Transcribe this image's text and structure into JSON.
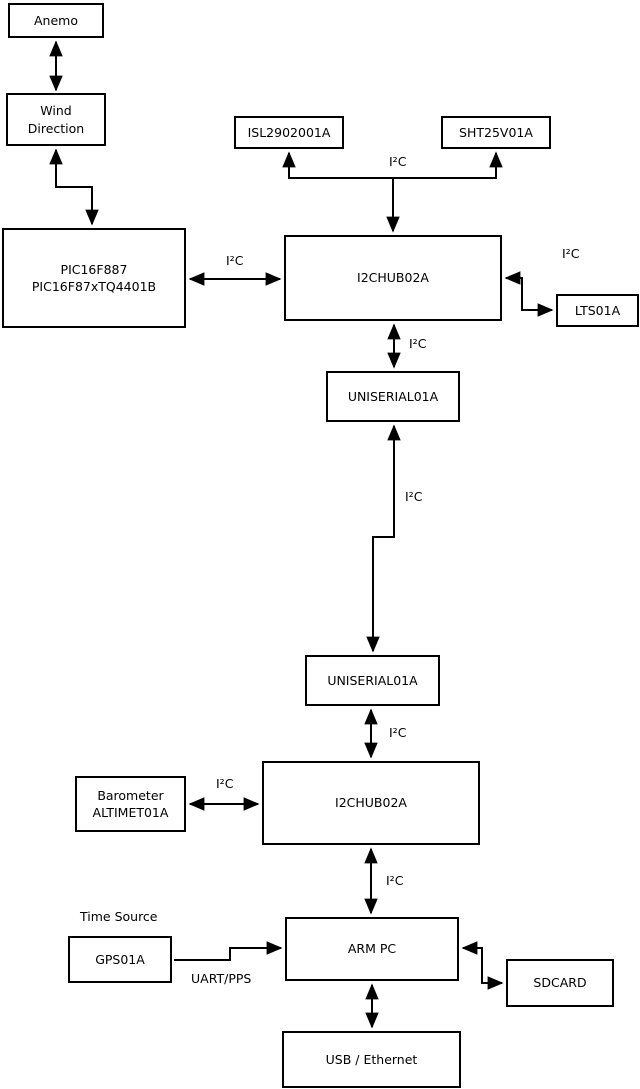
{
  "diagram": {
    "colors": {
      "background": "#ffffff",
      "line": "#000000",
      "text": "#000000"
    },
    "nodes": {
      "anemo": {
        "label": "Anemo"
      },
      "wind": {
        "label_line1": "Wind",
        "label_line2": "Direction"
      },
      "pic": {
        "label_line1": "PIC16F887",
        "label_line2": "PIC16F87xTQ4401B"
      },
      "isl": {
        "label": "ISL2902001A"
      },
      "sht": {
        "label": "SHT25V01A"
      },
      "hub1": {
        "label": "I2CHUB02A"
      },
      "lts": {
        "label": "LTS01A"
      },
      "uniserial1": {
        "label": "UNISERIAL01A"
      },
      "uniserial2": {
        "label": "UNISERIAL01A"
      },
      "barometer": {
        "label_line1": "Barometer",
        "label_line2": "ALTIMET01A"
      },
      "hub2": {
        "label": "I2CHUB02A"
      },
      "gps": {
        "label": "GPS01A"
      },
      "armpc": {
        "label": "ARM PC"
      },
      "sdcard": {
        "label": "SDCARD"
      },
      "usb": {
        "label": "USB / Ethernet"
      }
    },
    "edge_labels": {
      "i2c_top_branch": "I²C",
      "i2c_pic_hub1": "I²C",
      "i2c_hub1_lts": "I²C",
      "i2c_hub1_uniserial1": "I²C",
      "i2c_long_link": "I²C",
      "i2c_uniserial2_hub2": "I²C",
      "i2c_barometer_hub2": "I²C",
      "i2c_hub2_armpc": "I²C",
      "time_source": "Time Source",
      "uart_pps": "UART/PPS"
    }
  }
}
